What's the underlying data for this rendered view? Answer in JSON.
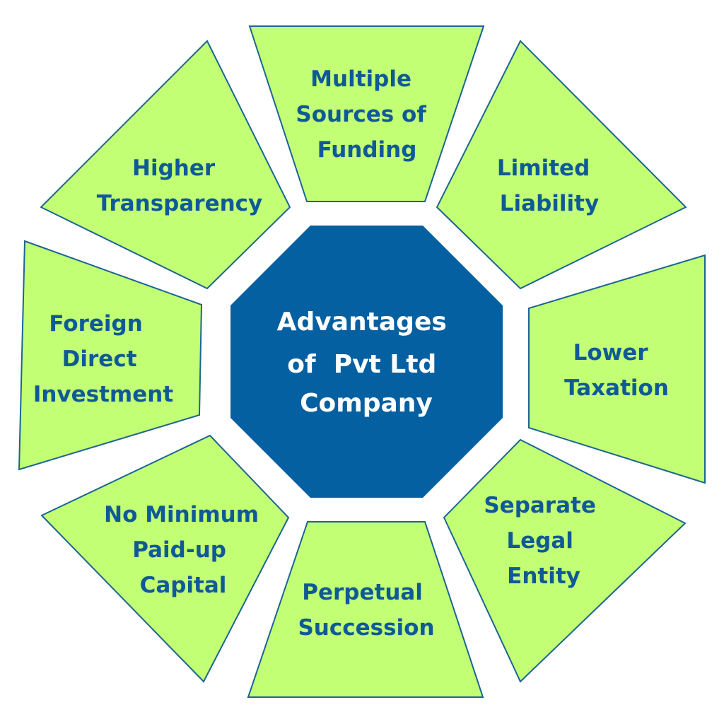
{
  "colors": {
    "segment_fill": "#c3ff74",
    "segment_stroke": "#1b6593",
    "segment_text": "#0f5a96",
    "center_fill": "#0560a1",
    "center_text": "#ffffff",
    "background": "#ffffff"
  },
  "center": {
    "lines": [
      "Advantages",
      "of  Pvt Ltd",
      "Company"
    ]
  },
  "segments": {
    "multiple_sources": {
      "lines": [
        "Multiple",
        "Sources of",
        "Funding"
      ]
    },
    "limited_liability": {
      "lines": [
        "Limited",
        "Liability"
      ]
    },
    "lower_taxation": {
      "lines": [
        "Lower",
        "Taxation"
      ]
    },
    "separate_legal_entity": {
      "lines": [
        "Separate",
        "Legal",
        "Entity"
      ]
    },
    "perpetual_succession": {
      "lines": [
        "Perpetual",
        "Succession"
      ]
    },
    "no_minimum_capital": {
      "lines": [
        "No Minimum",
        "Paid-up",
        "Capital"
      ]
    },
    "foreign_direct_investment": {
      "lines": [
        "Foreign",
        "Direct",
        "Investment"
      ]
    },
    "higher_transparency": {
      "lines": [
        "Higher",
        "Transparency"
      ]
    }
  }
}
